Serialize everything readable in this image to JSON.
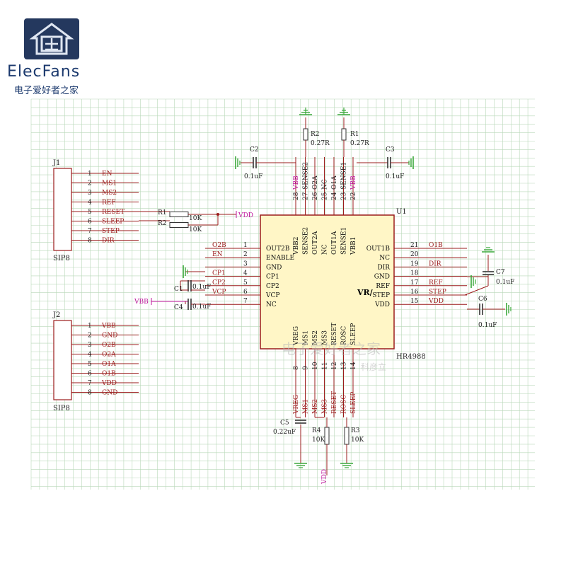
{
  "brand": {
    "name": "ElecFans",
    "tagline": "电子爱好者之家",
    "logo_icon": "house-e-logo"
  },
  "watermark": {
    "line1": "电子爱好者之家",
    "line2": "科彦立"
  },
  "colors": {
    "wire": "#9b1c1c",
    "grid": "#b9d8b9",
    "ground": "#3aa83a",
    "net_magenta": "#c0169e",
    "chip_fill": "#fff6c6"
  },
  "u1": {
    "ref": "U1",
    "part": "HR4988",
    "vr_label": "VR/",
    "left_pins": [
      {
        "num": "1",
        "name": "OUT2B",
        "net": "O2B"
      },
      {
        "num": "2",
        "name": "ENABLE",
        "net": "EN"
      },
      {
        "num": "3",
        "name": "GND",
        "net": ""
      },
      {
        "num": "4",
        "name": "CP1",
        "net": "CP1"
      },
      {
        "num": "5",
        "name": "CP2",
        "net": "CP2"
      },
      {
        "num": "6",
        "name": "VCP",
        "net": "VCP"
      },
      {
        "num": "7",
        "name": "NC",
        "net": ""
      }
    ],
    "right_pins": [
      {
        "num": "21",
        "name": "OUT1B",
        "net": "O1B"
      },
      {
        "num": "20",
        "name": "NC",
        "net": ""
      },
      {
        "num": "19",
        "name": "DIR",
        "net": "DIR"
      },
      {
        "num": "18",
        "name": "GND",
        "net": ""
      },
      {
        "num": "17",
        "name": "REF",
        "net": "REF"
      },
      {
        "num": "16",
        "name": "STEP",
        "net": "STEP"
      },
      {
        "num": "15",
        "name": "VDD",
        "net": "VDD"
      }
    ],
    "top_pins": [
      {
        "num": "28",
        "name": "VBB2",
        "net": "VBB"
      },
      {
        "num": "27",
        "name": "SENSE2",
        "net": "SENSE2"
      },
      {
        "num": "26",
        "name": "OUT2A",
        "net": "O2A"
      },
      {
        "num": "25",
        "name": "NC",
        "net": "NC"
      },
      {
        "num": "24",
        "name": "OUT1A",
        "net": "O1A"
      },
      {
        "num": "23",
        "name": "SENSE1",
        "net": "SENSE1"
      },
      {
        "num": "22",
        "name": "VBB1",
        "net": "VBB"
      }
    ],
    "bottom_pins": [
      {
        "num": "8",
        "name": "VREG",
        "net": "VREG"
      },
      {
        "num": "9",
        "name": "MS1",
        "net": "MS1"
      },
      {
        "num": "10",
        "name": "MS2",
        "net": "MS2"
      },
      {
        "num": "11",
        "name": "MS3",
        "net": "MS3"
      },
      {
        "num": "12",
        "name": "RESET",
        "net": "RESET"
      },
      {
        "num": "13",
        "name": "ROSC",
        "net": "ROSC"
      },
      {
        "num": "14",
        "name": "SLEEP",
        "net": "SLEEP"
      }
    ]
  },
  "j1": {
    "ref": "J1",
    "type": "SIP8",
    "pins": [
      {
        "num": "1",
        "net": "EN"
      },
      {
        "num": "2",
        "net": "MS1"
      },
      {
        "num": "3",
        "net": "MS2"
      },
      {
        "num": "4",
        "net": "REF"
      },
      {
        "num": "5",
        "net": "RESET"
      },
      {
        "num": "6",
        "net": "SLEEP"
      },
      {
        "num": "7",
        "net": "STEP"
      },
      {
        "num": "8",
        "net": "DIR"
      }
    ]
  },
  "j2": {
    "ref": "J2",
    "type": "SIP8",
    "pins": [
      {
        "num": "1",
        "net": "VBB"
      },
      {
        "num": "2",
        "net": "GND"
      },
      {
        "num": "3",
        "net": "O2B"
      },
      {
        "num": "4",
        "net": "O2A"
      },
      {
        "num": "5",
        "net": "O1A"
      },
      {
        "num": "6",
        "net": "O1B"
      },
      {
        "num": "7",
        "net": "VDD"
      },
      {
        "num": "8",
        "net": "GND"
      }
    ]
  },
  "resistors": [
    {
      "ref": "R1",
      "value": "0.27R"
    },
    {
      "ref": "R2",
      "value": "0.27R"
    },
    {
      "ref": "R1",
      "value": "10K"
    },
    {
      "ref": "R2",
      "value": "10K"
    },
    {
      "ref": "R3",
      "value": "10K"
    },
    {
      "ref": "R4",
      "value": "10K"
    }
  ],
  "capacitors": [
    {
      "ref": "C1",
      "value": "0.1uF"
    },
    {
      "ref": "C2",
      "value": "0.1uF"
    },
    {
      "ref": "C3",
      "value": "0.1uF"
    },
    {
      "ref": "C4",
      "value": "0.1uF"
    },
    {
      "ref": "C5",
      "value": "0.22uF"
    },
    {
      "ref": "C6",
      "value": "0.1uF"
    },
    {
      "ref": "C7",
      "value": "0.1uF"
    }
  ],
  "nets": {
    "vdd": "VDD",
    "vbb": "VBB"
  }
}
